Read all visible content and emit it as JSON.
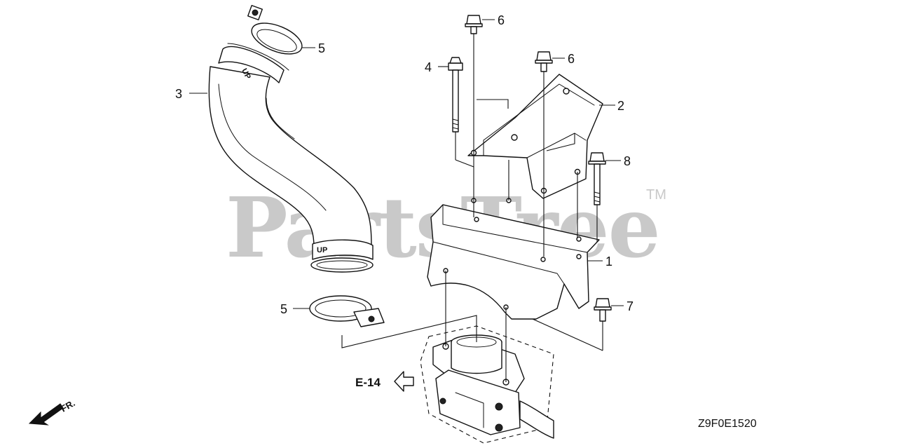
{
  "watermark": {
    "text": "PartsTree",
    "trademark": "TM"
  },
  "callouts": [
    {
      "id": "1",
      "label": "1"
    },
    {
      "id": "2",
      "label": "2"
    },
    {
      "id": "3",
      "label": "3"
    },
    {
      "id": "4",
      "label": "4"
    },
    {
      "id": "5a",
      "label": "5"
    },
    {
      "id": "5b",
      "label": "5"
    },
    {
      "id": "6a",
      "label": "6"
    },
    {
      "id": "6b",
      "label": "6"
    },
    {
      "id": "7",
      "label": "7"
    },
    {
      "id": "8",
      "label": "8"
    }
  ],
  "hose_marking": "UP",
  "reference": {
    "label": "E-14"
  },
  "direction": {
    "label": "FR."
  },
  "diagram_code": "Z9F0E1520"
}
